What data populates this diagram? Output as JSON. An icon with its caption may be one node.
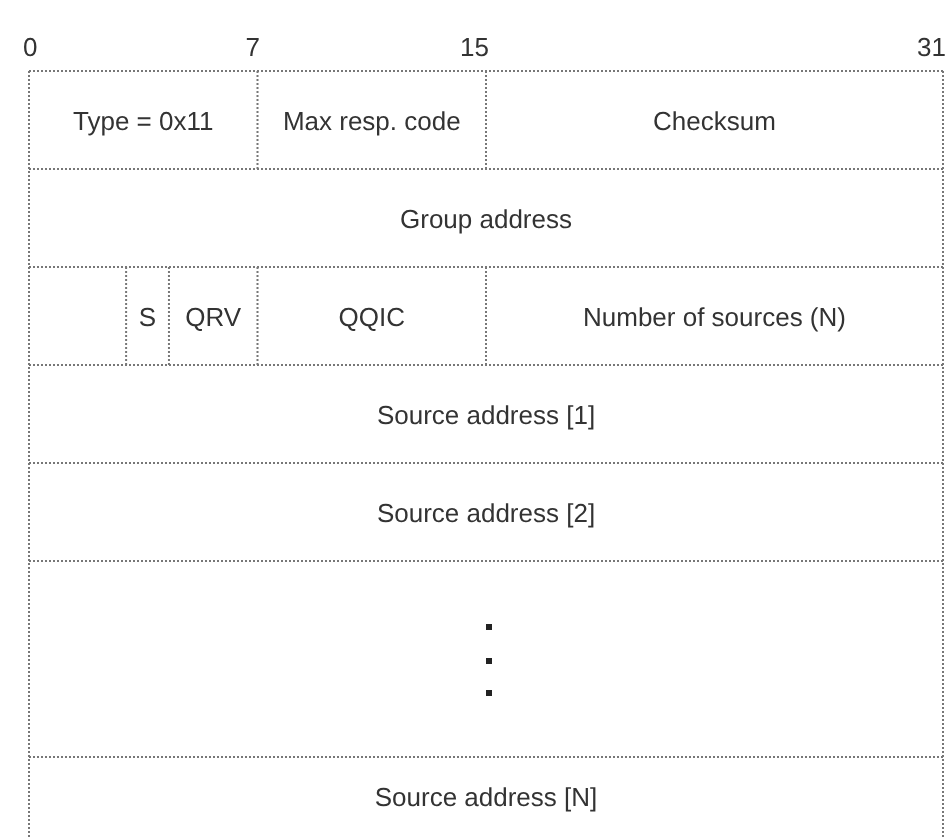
{
  "diagram": {
    "labels": [
      "0",
      "7",
      "15",
      "31",
      "Type = 0x11",
      "Max resp. code",
      "Checksum",
      "Group address",
      "S",
      "QRV",
      "QQIC",
      "Number of sources (N)",
      "Source address [1]",
      "Source address [2]",
      "Source address [N]"
    ]
  }
}
